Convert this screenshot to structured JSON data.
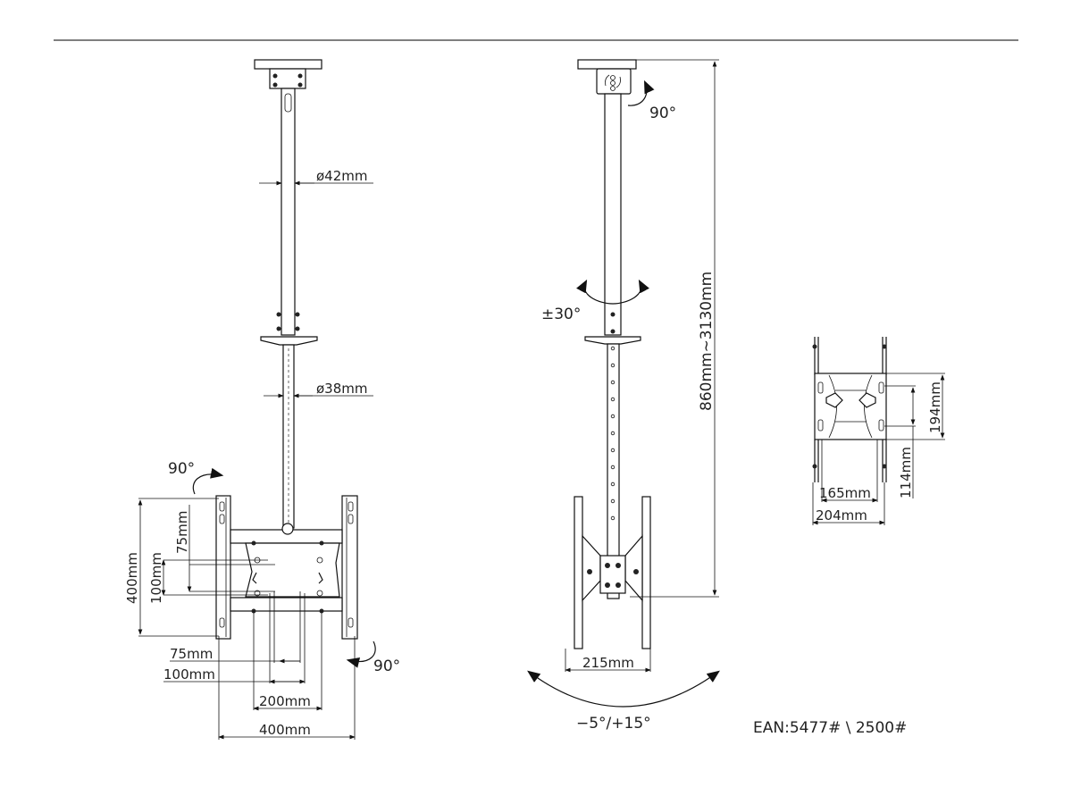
{
  "drawing": {
    "front_view": {
      "upper_pole_diameter": "ø42mm",
      "lower_pole_diameter": "ø38mm",
      "rotation_top_left": "90°",
      "rotation_bottom_right": "90°",
      "vertical_dims": [
        "400mm",
        "75mm",
        "100mm"
      ],
      "horizontal_dims": [
        "75mm",
        "100mm",
        "200mm",
        "400mm"
      ]
    },
    "side_view": {
      "swivel_ceiling": "90°",
      "swivel_pole": "±30°",
      "height_range": "860mm~3130mm",
      "bracket_depth": "215mm",
      "tilt_range": "−5°/+15°"
    },
    "top_view": {
      "height_outer": "194mm",
      "height_inner": "114mm",
      "width_inner": "165mm",
      "width_outer": "204mm"
    },
    "ean": "EAN:5477# \\ 2500#"
  }
}
